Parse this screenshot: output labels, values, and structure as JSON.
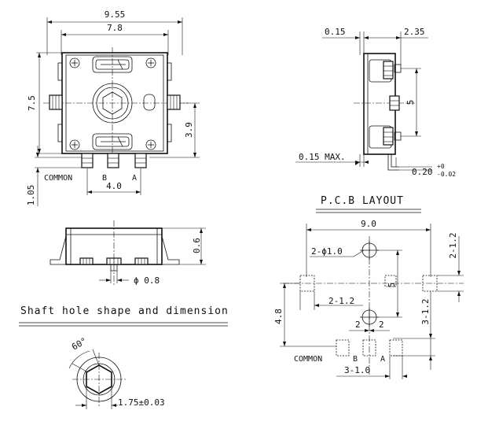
{
  "front_view": {
    "width_overall": "9.55",
    "width_body": "7.8",
    "height_overall": "7.5",
    "pin_offset": "3.9",
    "pin_height": "1.05",
    "pin_pitch": "4.0",
    "pin_labels": {
      "common": "COMMON",
      "b": "B",
      "a": "A"
    }
  },
  "side_view": {
    "offset_left": "0.15",
    "depth": "2.35",
    "pitch": "5",
    "max_label": "0.15 MAX.",
    "thickness_base": "0.20",
    "thickness_tol_plus": "+0",
    "thickness_tol_minus": "-0.02"
  },
  "bottom_view": {
    "height": "0.6",
    "shaft_diameter": "ϕ 0.8"
  },
  "shaft_hole": {
    "title": "Shaft hole shape and dimension",
    "angle": "60°",
    "size": "1.75±0.03"
  },
  "pcb_layout": {
    "title": "P.C.B LAYOUT",
    "width": "9.0",
    "hole_label": "2-ϕ1.0",
    "pad_top_label": "2-1.2",
    "pad_mid_label": "2-1.2",
    "center_pitch": "5",
    "height_left": "4.8",
    "right_top_label": "2-1.2",
    "right_mid_label": "3-1.2",
    "spacing_left": "2",
    "spacing_right": "2",
    "bottom_label": "3-1.0",
    "pin_labels": {
      "common": "COMMON",
      "b": "B",
      "a": "A"
    }
  }
}
